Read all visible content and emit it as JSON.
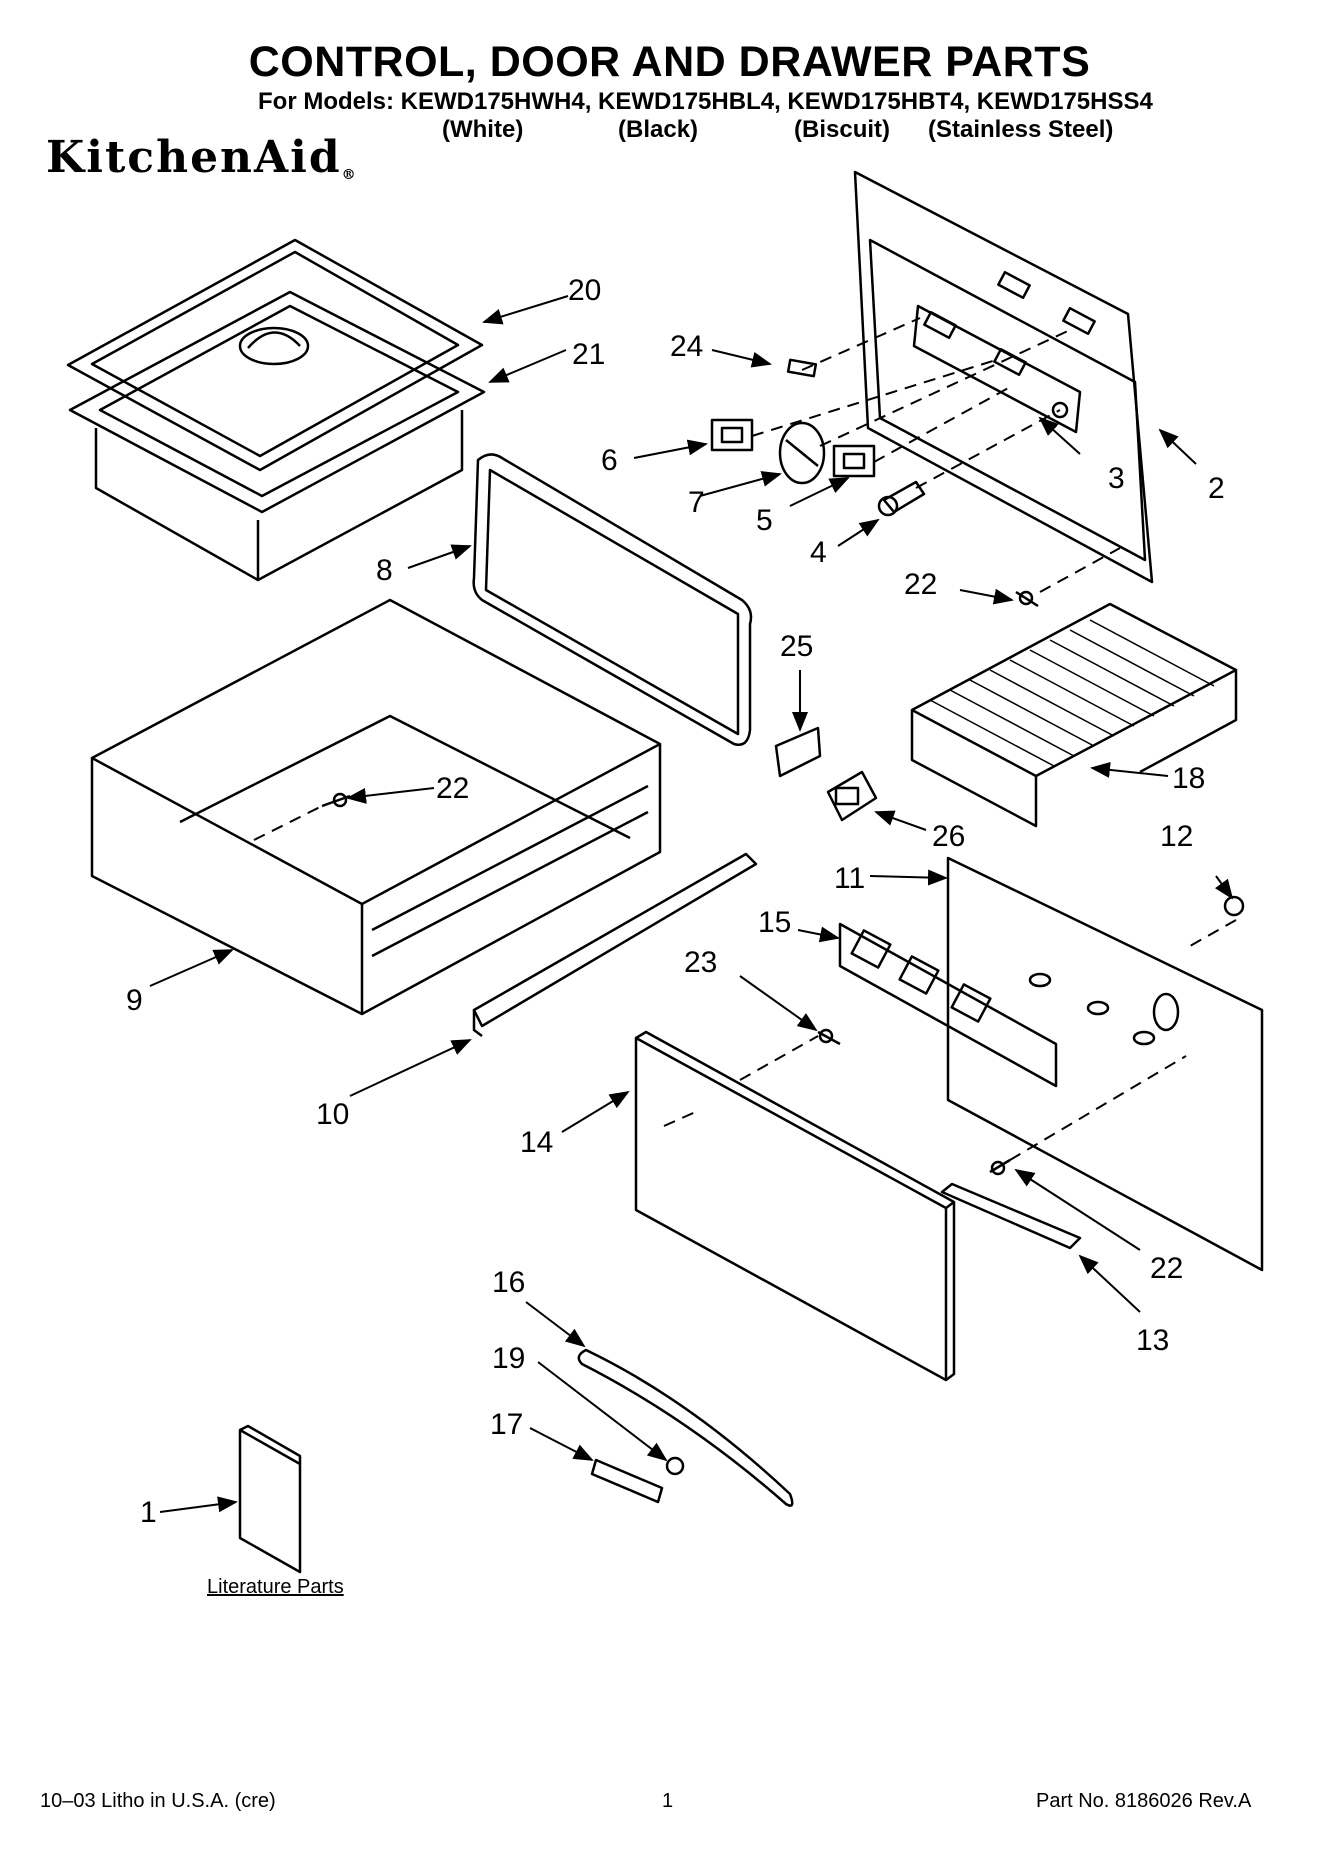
{
  "header": {
    "title": "CONTROL, DOOR AND DRAWER PARTS",
    "models_line": "For Models: KEWD175HWH4, KEWD175HBL4, KEWD175HBT4, KEWD175HSS4",
    "finishes": [
      "(White)",
      "(Black)",
      "(Biscuit)",
      "(Stainless Steel)"
    ]
  },
  "brand": {
    "logo_text": "KitchenAid",
    "registered": "®"
  },
  "callouts": [
    "20",
    "21",
    "24",
    "6",
    "7",
    "5",
    "4",
    "3",
    "2",
    "22",
    "8",
    "25",
    "18",
    "22",
    "26",
    "12",
    "11",
    "15",
    "23",
    "9",
    "10",
    "14",
    "22",
    "13",
    "16",
    "19",
    "17",
    "1"
  ],
  "literature_label": "Literature Parts",
  "footer": {
    "left": "10–03 Litho in U.S.A. (cre)",
    "page": "1",
    "part_no": "Part No. 8186026 Rev.A"
  }
}
